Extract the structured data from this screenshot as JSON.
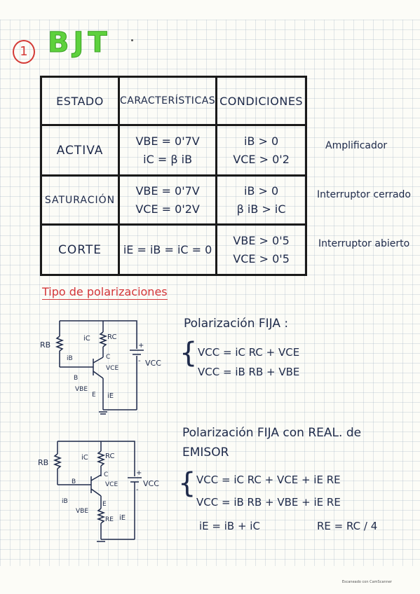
{
  "header": {
    "number": "1",
    "title": "BJT"
  },
  "table": {
    "headers": [
      "ESTADO",
      "CARACTERÍSTICAS",
      "CONDICIONES"
    ],
    "rows": [
      {
        "state": "ACTIVA",
        "char1": "VBE = 0'7V",
        "char2": "iC = β iB",
        "cond1": "iB > 0",
        "cond2": "VCE > 0'2",
        "note": "Amplificador"
      },
      {
        "state": "SATURACIÓN",
        "char1": "VBE = 0'7V",
        "char2": "VCE = 0'2V",
        "cond1": "iB > 0",
        "cond2": "β iB > iC",
        "note": "Interruptor cerrado"
      },
      {
        "state": "CORTE",
        "char1": "iE = iB = iC = 0",
        "char2": "",
        "cond1": "VBE > 0'5",
        "cond2": "VCE > 0'5",
        "note": "Interruptor abierto"
      }
    ]
  },
  "subtitle": "Tipo de polarizaciones",
  "section1": {
    "title": "Polarización FIJA :",
    "eq1": "VCC = iC RC + VCE",
    "eq2": "VCC = iB RB + VBE"
  },
  "section2": {
    "title_line1": "Polarización FIJA con REAL. de",
    "title_line2": "EMISOR",
    "eq1": "VCC = iC RC + VCE + iE RE",
    "eq2": "VCC = iB RB + VBE + iE RE",
    "eq3": "iE = iB + iC",
    "eq4": "RE = RC / 4"
  },
  "circuit1": {
    "rb": "RB",
    "rc": "RC",
    "ic": "iC",
    "ib": "iB",
    "b": "B",
    "c": "C",
    "e": "E",
    "vbe": "VBE",
    "vce": "VCE",
    "ie": "iE",
    "vcc": "VCC",
    "plus": "+",
    "minus": "-"
  },
  "circuit2": {
    "rb": "RB",
    "rc": "RC",
    "ic": "iC",
    "ib": "iB",
    "b": "B",
    "c": "C",
    "e": "E",
    "vbe": "VBE",
    "vce": "VCE",
    "ie": "iE",
    "re": "RE",
    "vcc": "VCC",
    "plus": "+",
    "minus": "-"
  },
  "footer": "Escaneado con CamScanner"
}
